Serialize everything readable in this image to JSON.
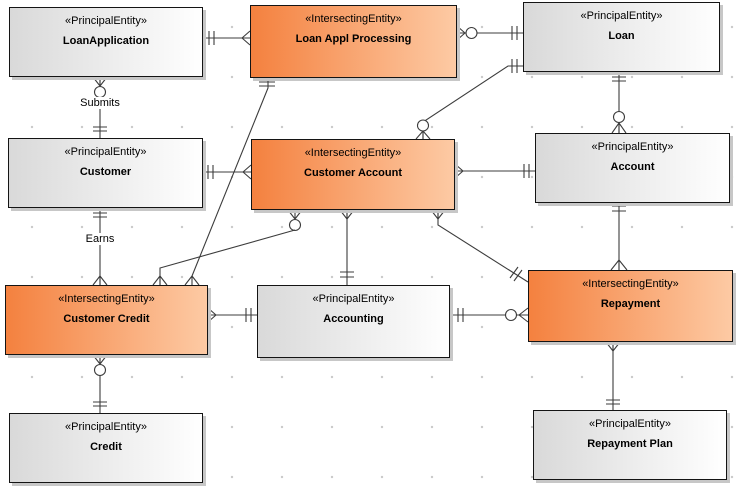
{
  "diagram": {
    "entities": [
      {
        "id": "loan-application",
        "stereotype": "«PrincipalEntity»",
        "name": "LoanApplication",
        "kind": "principal"
      },
      {
        "id": "loan-appl-processing",
        "stereotype": "«IntersectingEntity»",
        "name": "Loan Appl Processing",
        "kind": "intersecting"
      },
      {
        "id": "loan",
        "stereotype": "«PrincipalEntity»",
        "name": "Loan",
        "kind": "principal"
      },
      {
        "id": "customer",
        "stereotype": "«PrincipalEntity»",
        "name": "Customer",
        "kind": "principal"
      },
      {
        "id": "customer-account",
        "stereotype": "«IntersectingEntity»",
        "name": "Customer Account",
        "kind": "intersecting"
      },
      {
        "id": "account",
        "stereotype": "«PrincipalEntity»",
        "name": "Account",
        "kind": "principal"
      },
      {
        "id": "customer-credit",
        "stereotype": "«IntersectingEntity»",
        "name": "Customer Credit",
        "kind": "intersecting"
      },
      {
        "id": "accounting",
        "stereotype": "«PrincipalEntity»",
        "name": "Accounting",
        "kind": "principal"
      },
      {
        "id": "repayment",
        "stereotype": "«IntersectingEntity»",
        "name": "Repayment",
        "kind": "intersecting"
      },
      {
        "id": "credit",
        "stereotype": "«PrincipalEntity»",
        "name": "Credit",
        "kind": "principal"
      },
      {
        "id": "repayment-plan",
        "stereotype": "«PrincipalEntity»",
        "name": "Repayment Plan",
        "kind": "principal"
      }
    ],
    "relationship_labels": {
      "submits": "Submits",
      "earns": "Earns"
    },
    "relationships": [
      {
        "from": "LoanApplication",
        "to": "Loan Appl Processing",
        "from_end": "double-bar",
        "to_end": "crow-foot"
      },
      {
        "from": "Loan Appl Processing",
        "to": "Loan",
        "from_end": "crow-foot-circle",
        "to_end": "double-bar"
      },
      {
        "from": "LoanApplication",
        "to": "Customer",
        "label": "Submits",
        "from_end": "crow-foot-circle",
        "to_end": "double-bar"
      },
      {
        "from": "Customer",
        "to": "Customer Credit",
        "label": "Earns",
        "from_end": "double-bar",
        "to_end": "crow-foot"
      },
      {
        "from": "Customer",
        "to": "Customer Account",
        "from_end": "double-bar",
        "to_end": "crow-foot"
      },
      {
        "from": "Customer Account",
        "to": "Account",
        "from_end": "crow-foot",
        "to_end": "double-bar"
      },
      {
        "from": "Customer Account",
        "to": "Loan",
        "from_end": "crow-foot-circle",
        "to_end": "double-bar"
      },
      {
        "from": "Loan Appl Processing",
        "to": "Customer Credit",
        "from_end": "double-bar",
        "to_end": "crow-foot"
      },
      {
        "from": "Customer Account",
        "to": "Customer Credit",
        "from_end": "crow-foot-circle",
        "to_end": "crow-foot"
      },
      {
        "from": "Customer Account",
        "to": "Accounting",
        "from_end": "crow-foot",
        "to_end": "double-bar"
      },
      {
        "from": "Customer Account",
        "to": "Repayment",
        "from_end": "crow-foot",
        "to_end": "double-bar"
      },
      {
        "from": "Accounting",
        "to": "Repayment",
        "from_end": "double-bar",
        "to_end": "crow-foot-circle"
      },
      {
        "from": "Account",
        "to": "Repayment",
        "from_end": "double-bar",
        "to_end": "crow-foot"
      },
      {
        "from": "Repayment",
        "to": "Repayment Plan",
        "from_end": "crow-foot",
        "to_end": "double-bar"
      },
      {
        "from": "Loan",
        "to": "Account",
        "from_end": "double-bar",
        "to_end": "crow-foot-circle"
      },
      {
        "from": "Customer Credit",
        "to": "Accounting",
        "from_end": "crow-foot",
        "to_end": "double-bar"
      },
      {
        "from": "Customer Credit",
        "to": "Credit",
        "from_end": "crow-foot-circle",
        "to_end": "double-bar"
      }
    ],
    "colors": {
      "principal_gradient_start": "#d9d9d9",
      "principal_gradient_end": "#ffffff",
      "intersecting_gradient_start": "#f4813f",
      "intersecting_gradient_end": "#fdcaa4",
      "line": "#3c3c3c",
      "border": "#141414"
    }
  }
}
